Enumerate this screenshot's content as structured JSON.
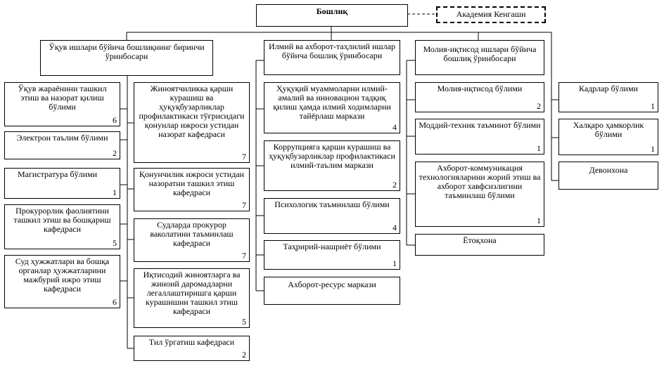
{
  "root": {
    "label": "Бошлиқ"
  },
  "council": {
    "label": "Академия Кенгаши"
  },
  "branches": {
    "b1": {
      "head": "Ўқув ишлари бўйича бошлиқнинг биринчи ўринбосари",
      "left": [
        {
          "label": "Ўқув жараёнини ташкил этиш ва назорат қилиш бўлими",
          "num": "6"
        },
        {
          "label": "Электрон таълим бўлими",
          "num": "2"
        },
        {
          "label": "Магистратура бўлими",
          "num": "1"
        },
        {
          "label": "Прокурорлик фаолиятини ташкил этиш ва бошқариш кафедраси",
          "num": "5"
        },
        {
          "label": "Суд ҳужжатлари ва бошқа органлар ҳужжатларини мажбурий ижро этиш кафедраси",
          "num": "6"
        }
      ],
      "right": [
        {
          "label": "Жиноятчиликка қарши курашиш ва ҳуқуқбузарликлар профилактикаси тўғрисидаги қонунлар ижроси устидан назорат кафедраси",
          "num": "7"
        },
        {
          "label": "Қонунчилик ижроси устидан назоратни ташкил этиш кафедраси",
          "num": "7"
        },
        {
          "label": "Судларда прокурор ваколатини таъминлаш кафедраси",
          "num": "7"
        },
        {
          "label": "Иқтисодий жиноятларга ва жиноий даромадларни легаллаштиришга қарши курашишни ташкил этиш кафедраси",
          "num": "5"
        },
        {
          "label": "Тил ўргатиш кафедраси",
          "num": "2"
        }
      ]
    },
    "b2": {
      "head": "Илмий ва ахборот-таҳлилий ишлар бўйича бошлиқ ўринбосари",
      "items": [
        {
          "label": "Ҳуқуқий муаммоларни илмий-амалий ва инновацион тадқиқ қилиш ҳамда илмий ходимларни тайёрлаш маркази",
          "num": "4"
        },
        {
          "label": "Коррупцияга қарши курашиш ва ҳуқуқбузарликлар профилактикаси илмий-таълим маркази",
          "num": "2"
        },
        {
          "label": "Психологик таъминлаш бўлими",
          "num": "4"
        },
        {
          "label": "Таҳририй-нашриёт бўлими",
          "num": "1"
        },
        {
          "label": "Ахборот-ресурс маркази",
          "num": ""
        }
      ]
    },
    "b3": {
      "head": "Молия-иқтисод ишлари бўйича бошлиқ ўринбосари",
      "items": [
        {
          "label": "Молия-иқтисод бўлими",
          "num": "2"
        },
        {
          "label": "Моддий-техник таъминот бўлими",
          "num": "1"
        },
        {
          "label": "Ахборот-коммуникация технологияларини жорий этиш ва ахборот хавфсизлигини таъминлаш бўлими",
          "num": "1"
        },
        {
          "label": "Ётоқхона",
          "num": ""
        }
      ]
    },
    "b4": {
      "items": [
        {
          "label": "Кадрлар бўлими",
          "num": "1"
        },
        {
          "label": "Халқаро ҳамкорлик бўлими",
          "num": "1"
        },
        {
          "label": "Девонхона",
          "num": ""
        }
      ]
    }
  }
}
